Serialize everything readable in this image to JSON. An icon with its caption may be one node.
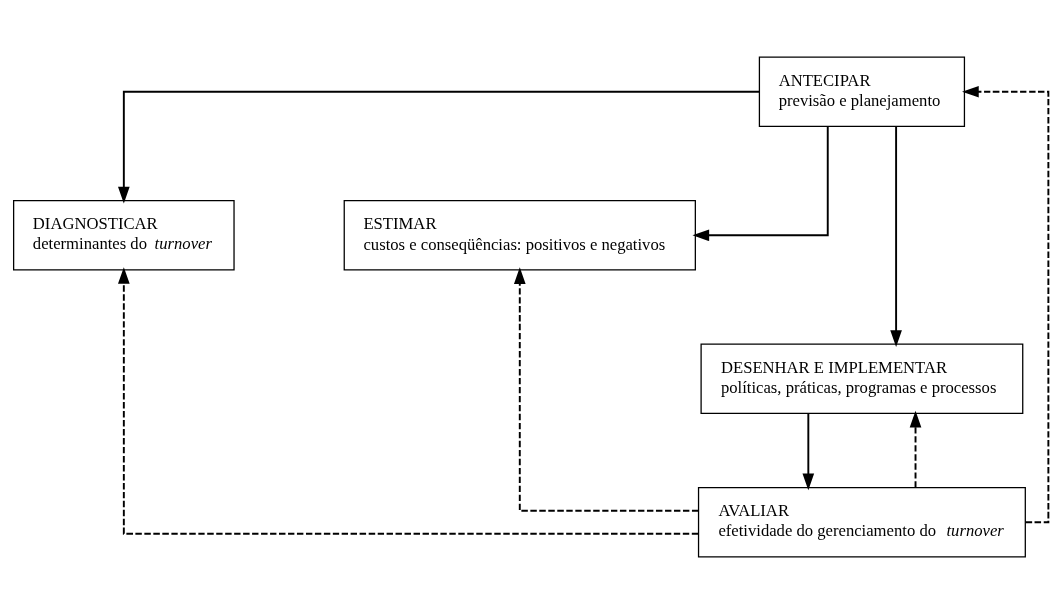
{
  "diagram": {
    "nodes": [
      {
        "text": [
          "ANTECIPAR",
          "previsão e planejamento"
        ]
      },
      {
        "text": [
          "DIAGNOSTICAR",
          "determinantes do *turnover*"
        ]
      },
      {
        "text": [
          "ESTIMAR",
          "custos e conseqüências: positivos e negativos"
        ]
      },
      {
        "text": [
          "DESENHAR E IMPLEMENTAR",
          "políticas, práticas, programas e processos"
        ]
      },
      {
        "text": [
          "AVALIAR",
          "efetividade do gerenciamento do *turnover*"
        ]
      }
    ],
    "edges": [
      {
        "from": 0,
        "to": 3,
        "arrow": "to"
      },
      {
        "from": 0,
        "to": 1,
        "arrow": "to"
      },
      {
        "from": 0,
        "to": 2,
        "arrow": "to"
      },
      {
        "from": 3,
        "to": 4,
        "arrow": "to"
      },
      {
        "from": 4,
        "to": 1,
        "arrow": "to",
        "style": "dashed"
      },
      {
        "from": 4,
        "to": 3,
        "arrow": "to",
        "style": "dashed"
      },
      {
        "from": 4,
        "to": 2,
        "arrow": "to",
        "style": "dashed"
      },
      {
        "from": 4,
        "to": 0,
        "arrow": "to",
        "style": "dashed"
      }
    ]
  }
}
